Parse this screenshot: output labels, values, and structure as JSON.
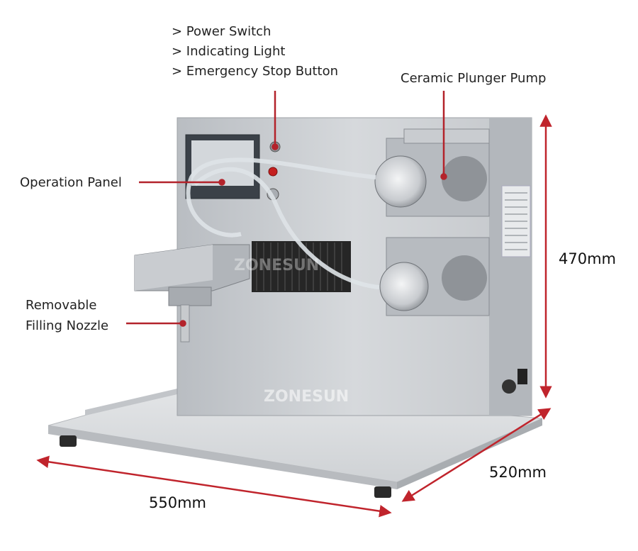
{
  "callouts": {
    "top_items": [
      "> Power Switch",
      "> Indicating Light",
      "> Emergency Stop Button"
    ],
    "pump": "Ceramic Plunger Pump",
    "panel": "Operation Panel",
    "nozzle_line1": "Removable",
    "nozzle_line2": "Filling Nozzle"
  },
  "dimensions": {
    "height": "470mm",
    "depth": "520mm",
    "width": "550mm"
  },
  "watermark": "ZONESUN",
  "colors": {
    "callout_line": "#b3232b",
    "dimension_arrow": "#c0242c",
    "steel": "#c9ccd0"
  }
}
